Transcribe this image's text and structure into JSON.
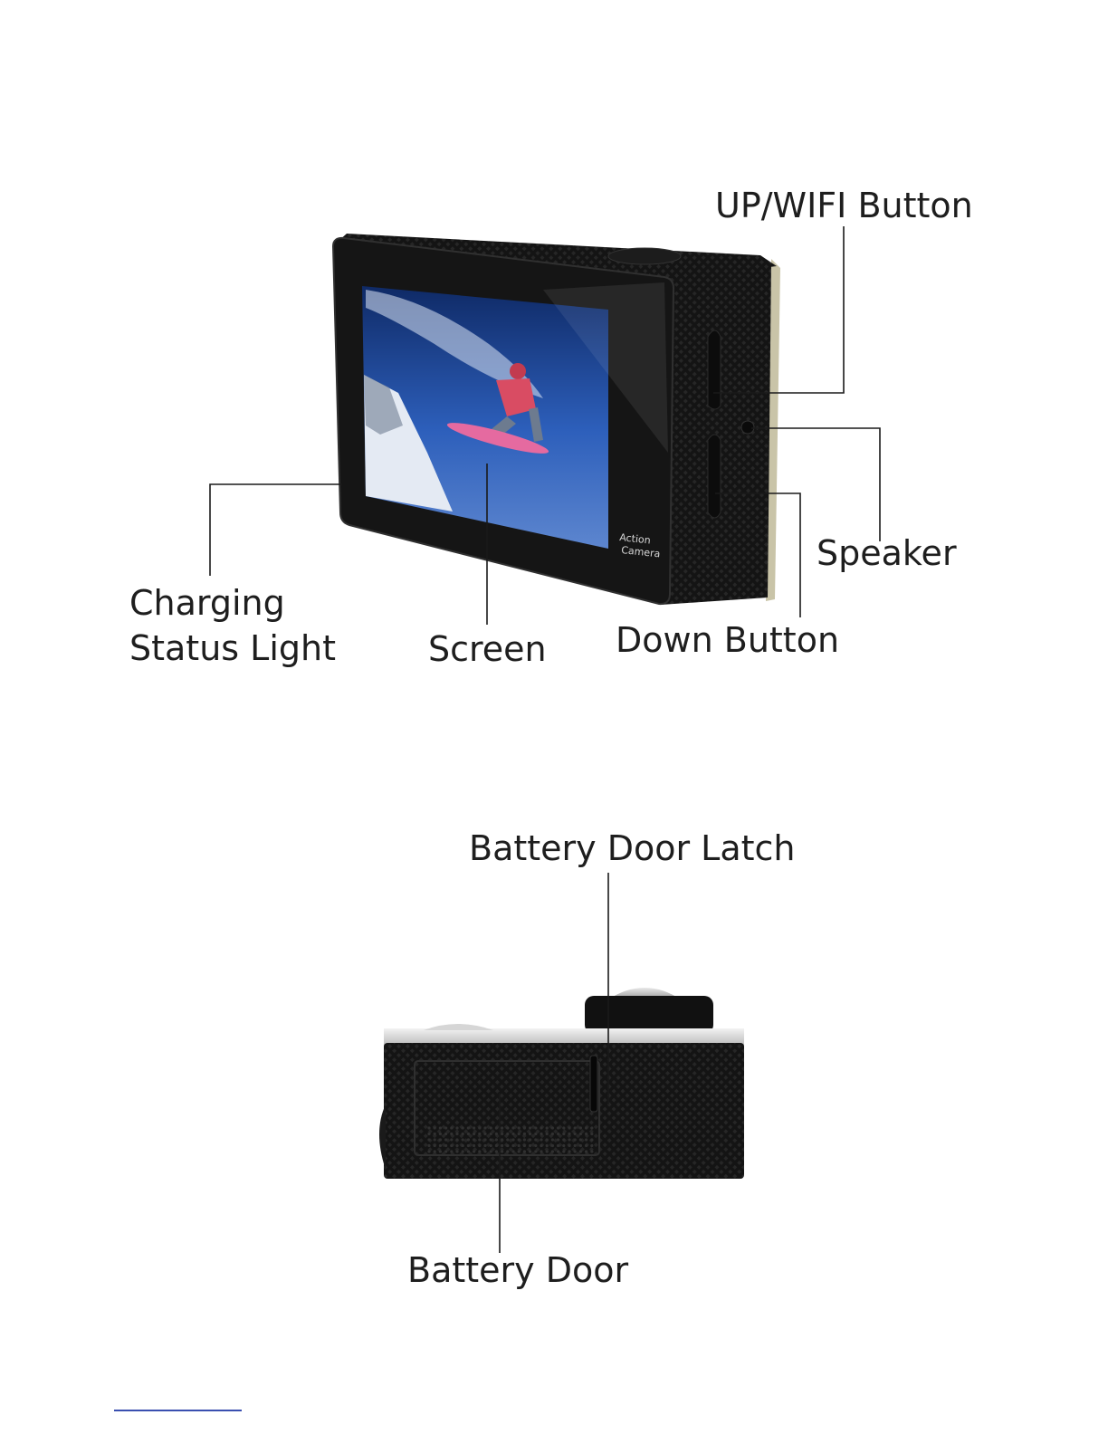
{
  "callouts": {
    "up_wifi_button": "UP/WIFI Button",
    "speaker": "Speaker",
    "charging_status_light_line1": "Charging",
    "charging_status_light_line2": "Status Light",
    "screen": "Screen",
    "down_button": "Down Button",
    "battery_door_latch": "Battery Door Latch",
    "battery_door": "Battery Door"
  },
  "camera_print": {
    "line1": "Action",
    "line2": "Camera"
  },
  "colors": {
    "label_text": "#1e1e1e",
    "leader_line": "#1a1a1a",
    "camera_body": "#121212",
    "screen_sky": "#2f5fb8",
    "footer_rule": "#3a4fb0"
  }
}
